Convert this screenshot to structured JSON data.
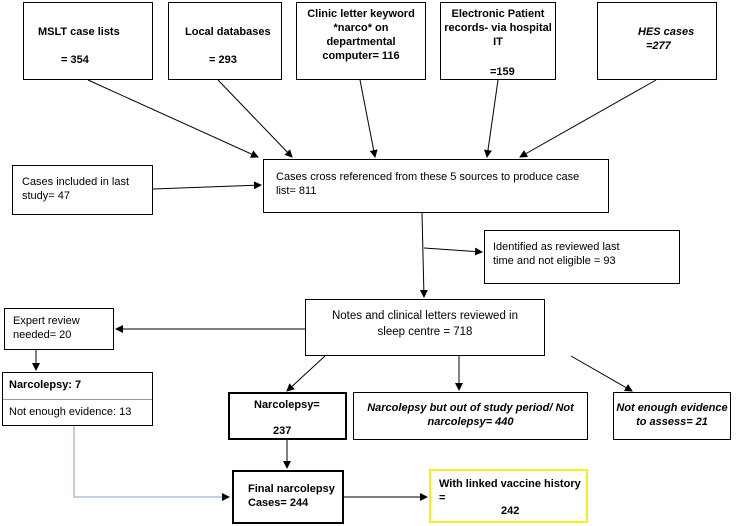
{
  "sources": {
    "mslt": {
      "label": "MSLT case lists",
      "count": "= 354"
    },
    "local": {
      "label": "Local databases",
      "count": "= 293"
    },
    "clinic": {
      "label": "Clinic letter keyword\n*narco* on\ndepartmental\ncomputer= 116"
    },
    "epr": {
      "label": "Electronic Patient\nrecords- via hospital\nIT",
      "count": "=159"
    },
    "hes": {
      "label": "HES cases",
      "count": "=277"
    }
  },
  "last_study": {
    "label": "Cases included in last\nstudy= 47"
  },
  "cross_ref": {
    "label": "Cases cross referenced from these 5 sources to produce case\nlist= 811"
  },
  "reviewed_last": {
    "label": "Identified as reviewed last\ntime and not eligible = 93"
  },
  "notes": {
    "label": "Notes and clinical letters reviewed in\nsleep centre = 718"
  },
  "expert": {
    "label": "Expert review\nneeded= 20"
  },
  "expert_split": {
    "narcolepsy": "Narcolepsy: 7",
    "not_enough": "Not enough evidence: 13"
  },
  "narcolepsy": {
    "label": "Narcolepsy=",
    "count": "237"
  },
  "out_of_period": {
    "label": "Narcolepsy but out of study period/ Not\nnarcolepsy= 440"
  },
  "not_enough": {
    "label": "Not enough evidence\nto assess= 21"
  },
  "final": {
    "label": "Final narcolepsy\nCases= 244"
  },
  "vaccine": {
    "label": "With linked vaccine history =",
    "count": "242",
    "border_color": "#f5ef1a"
  },
  "colors": {
    "connector": "#7f9fcf"
  }
}
